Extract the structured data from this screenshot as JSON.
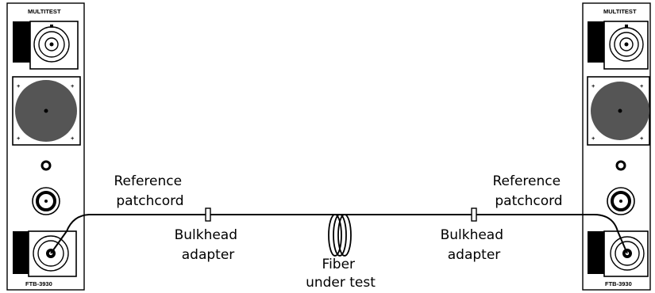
{
  "left_module": {
    "top_label": "MULTITEST",
    "bottom_label": "FTB-3930"
  },
  "right_module": {
    "top_label": "MULTITEST",
    "bottom_label": "FTB-3930"
  },
  "labels": {
    "ref_left": [
      "Reference",
      "patchcord"
    ],
    "ref_right": [
      "Reference",
      "patchcord"
    ],
    "bulkhead_left": [
      "Bulkhead",
      "adapter"
    ],
    "bulkhead_right": [
      "Bulkhead",
      "adapter"
    ],
    "fiber": [
      "Fiber",
      "under test"
    ]
  },
  "colors": {
    "line": "#000000",
    "panel_fill": "#ffffff",
    "disk": "#555555",
    "block": "#000000"
  }
}
